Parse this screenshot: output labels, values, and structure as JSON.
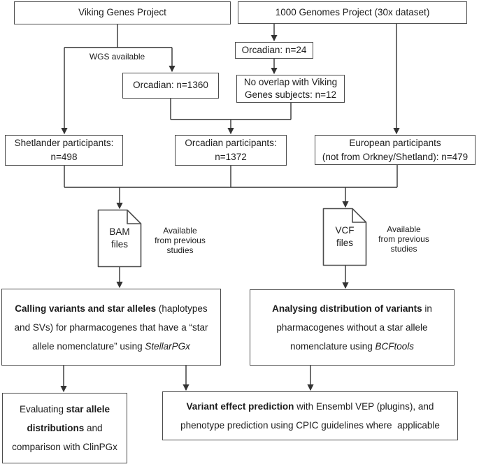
{
  "colors": {
    "background": "#ffffff",
    "box_border": "#4c4c4c",
    "connector_line": "#333333",
    "text": "#1c1c1c"
  },
  "top": {
    "viking": "Viking Genes Project",
    "genomes": "1000 Genomes Project (30x dataset)"
  },
  "labels": {
    "wgs": "WGS available",
    "available_bam": "Available\nfrom previous\nstudies",
    "available_vcf": "Available\nfrom previous\nstudies"
  },
  "nodes": {
    "orcadian_wgs": "Orcadian: n=1360",
    "orcadian_24": "Orcadian: n=24",
    "no_overlap": "No overlap with Viking\nGenes subjects: n=12",
    "shetlander": "Shetlander participants:\nn=498",
    "orcadian_participants": "Orcadian participants:\nn=1372",
    "european": "European participants\n(not from Orkney/Shetland): n=479"
  },
  "files": {
    "bam": "BAM\nfiles",
    "vcf": "VCF\nfiles"
  },
  "process_calling": {
    "bold": "Calling variants and star alleles",
    "plain": " (haplotypes\nand SVs) for pharmacogenes that have a “star\nallele nomenclature” using ",
    "italic": "StellarPGx"
  },
  "process_analysing": {
    "bold": "Analysing distribution of variants",
    "plain": " in\npharmacogenes without a star allele\nnomenclature using ",
    "italic": "BCFtools"
  },
  "outcome_star": {
    "plain1": "Evaluating ",
    "bold": "star allele\ndistributions",
    "plain2": " and\ncomparison with ClinPGx"
  },
  "outcome_vep": {
    "bold": "Variant effect prediction",
    "plain": " with Ensembl VEP (plugins), and\nphenotype prediction using CPIC guidelines where  applicable"
  }
}
